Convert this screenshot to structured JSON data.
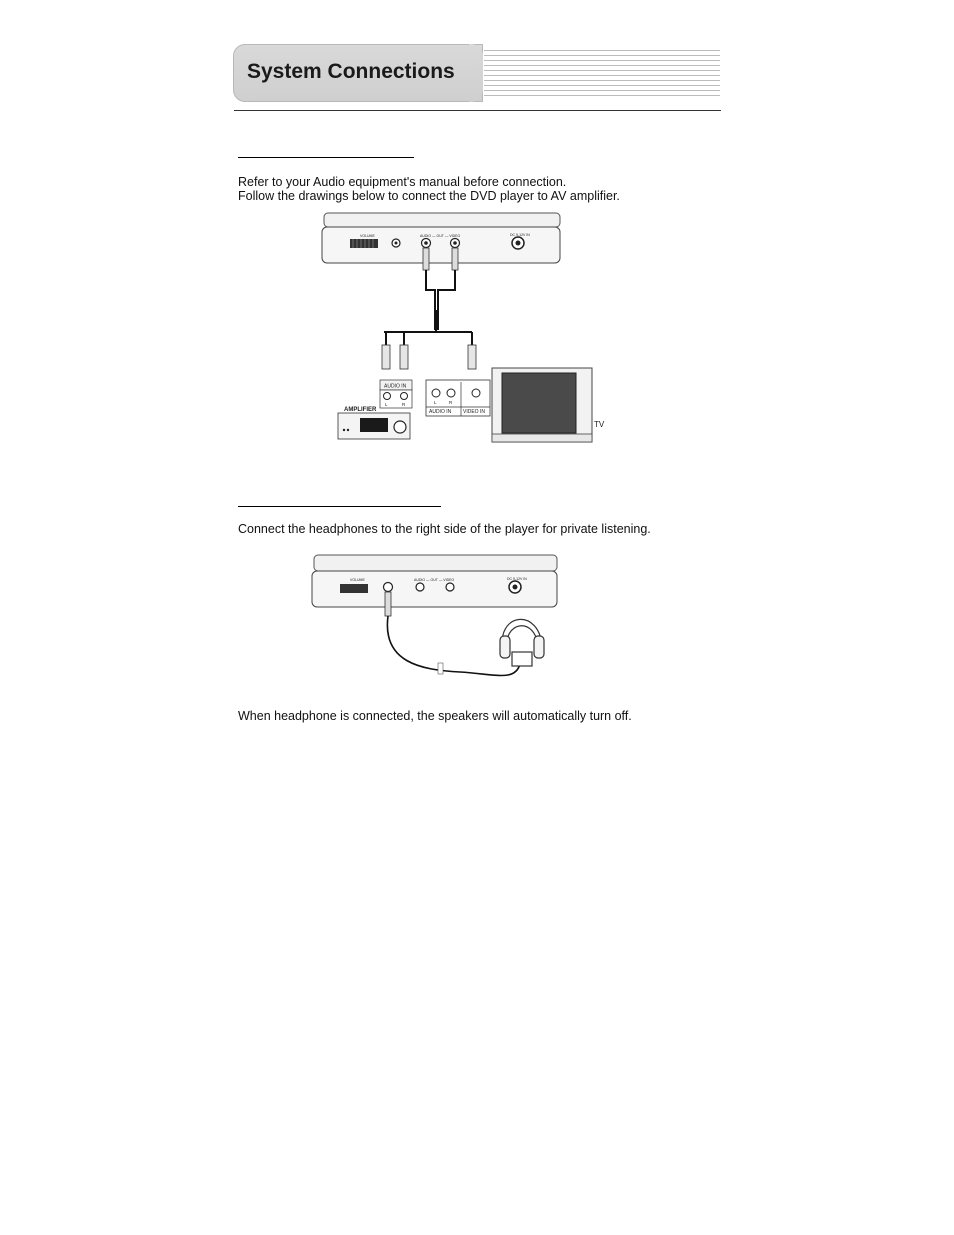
{
  "header": {
    "title": "System Connections"
  },
  "amplifier_section": {
    "intro_line1": "Refer to your Audio equipment's manual before connection.",
    "intro_line2": "Follow the drawings below to connect the DVD player to AV amplifier.",
    "diagram": {
      "volume_label": "VOLUME",
      "av_out_label": "AUDIO — OUT — VIDEO",
      "dc_in_label": "DC 9-12V IN",
      "amp_audio_in_label": "AUDIO IN",
      "amp_left": "L",
      "amp_right": "R",
      "amplifier_label": "AMPLIFIER",
      "tv_left": "L",
      "tv_right": "R",
      "tv_audio_in_label": "AUDIO IN",
      "tv_video_in_label": "VIDEO IN",
      "tv_label": "TV"
    }
  },
  "headphone_section": {
    "intro": "Connect the headphones to the right side of the player for private listening.",
    "note": "When headphone is connected, the speakers will automatically turn off.",
    "diagram": {
      "volume_label": "VOLUME",
      "av_out_label": "AUDIO — OUT — VIDEO",
      "dc_in_label": "DC 9-12V IN"
    }
  }
}
